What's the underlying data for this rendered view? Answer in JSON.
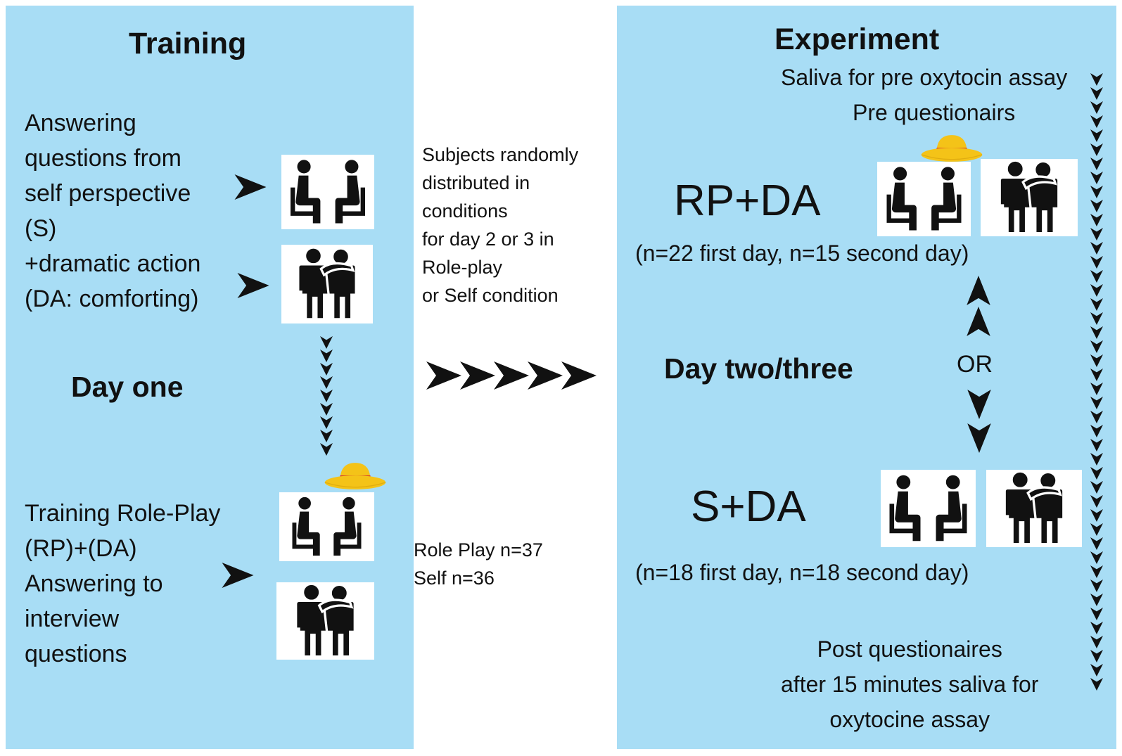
{
  "training": {
    "heading": "Training",
    "self_lines": [
      "Answering",
      "questions from",
      "self perspective",
      "(S)",
      "+dramatic action",
      "(DA: comforting)"
    ],
    "day": "Day one",
    "rp_lines": [
      "Training Role-Play",
      "(RP)+(DA)",
      "Answering to",
      "interview",
      "questions"
    ]
  },
  "middle": {
    "lines": [
      "Subjects randomly",
      "distributed in",
      "conditions",
      "for  day 2 or 3 in",
      "Role-play",
      "or Self condition"
    ],
    "counts": [
      "Role Play n=37",
      "Self n=36"
    ]
  },
  "experiment": {
    "heading": "Experiment",
    "pre_saliva": "Saliva for pre oxytocin assay",
    "pre_quest": "Pre questionairs",
    "rp_label": "RP+DA",
    "rp_n": "(n=22 first day, n=15 second day)",
    "day": "Day two/three",
    "or": "OR",
    "s_label": "S+DA",
    "s_n": "(n=18 first day, n=18 second day)",
    "post_lines": [
      "Post questionaires",
      "after 15 minutes saliva for",
      "oxytocine assay"
    ]
  },
  "icons": {
    "conversation": "two-people-seated-talking-icon",
    "comforting": "two-people-embracing-icon",
    "hat": "role-play-hat-icon",
    "arrow": "arrowhead-icon"
  },
  "colors": {
    "panel": "#a8ddf5",
    "icon": "#111111",
    "hat": "#f4c318",
    "hat_band": "#d12f2f"
  }
}
